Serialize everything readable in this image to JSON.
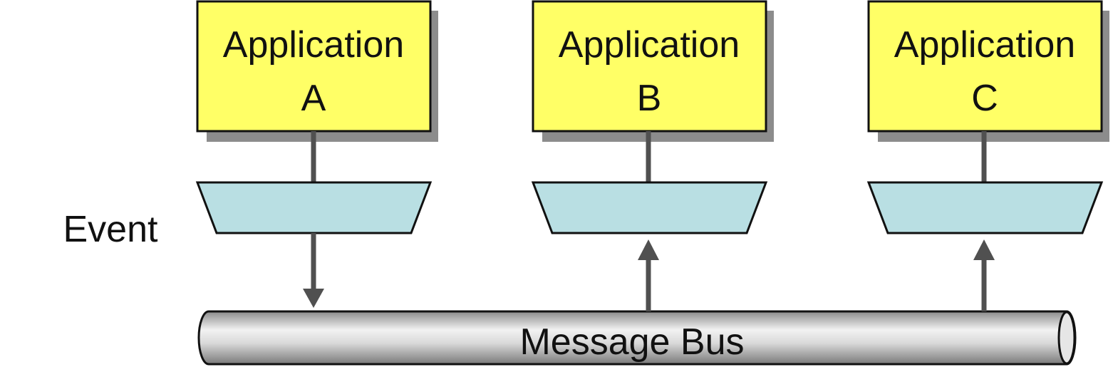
{
  "diagram": {
    "applications": [
      {
        "id": "a",
        "line1": "Application",
        "line2": "A",
        "event_direction": "to-bus"
      },
      {
        "id": "b",
        "line1": "Application",
        "line2": "B",
        "event_direction": "from-bus"
      },
      {
        "id": "c",
        "line1": "Application",
        "line2": "C",
        "event_direction": "from-bus"
      }
    ],
    "event_label": "Event",
    "bus_label": "Message Bus",
    "colors": {
      "app_fill": "#ffff66",
      "event_fill": "#b9dfe3",
      "bus_light": "#f2f2f2",
      "bus_dark": "#8a8a8a",
      "connector": "#505050",
      "shadow": "#8c8c8c",
      "stroke": "#111111"
    }
  }
}
